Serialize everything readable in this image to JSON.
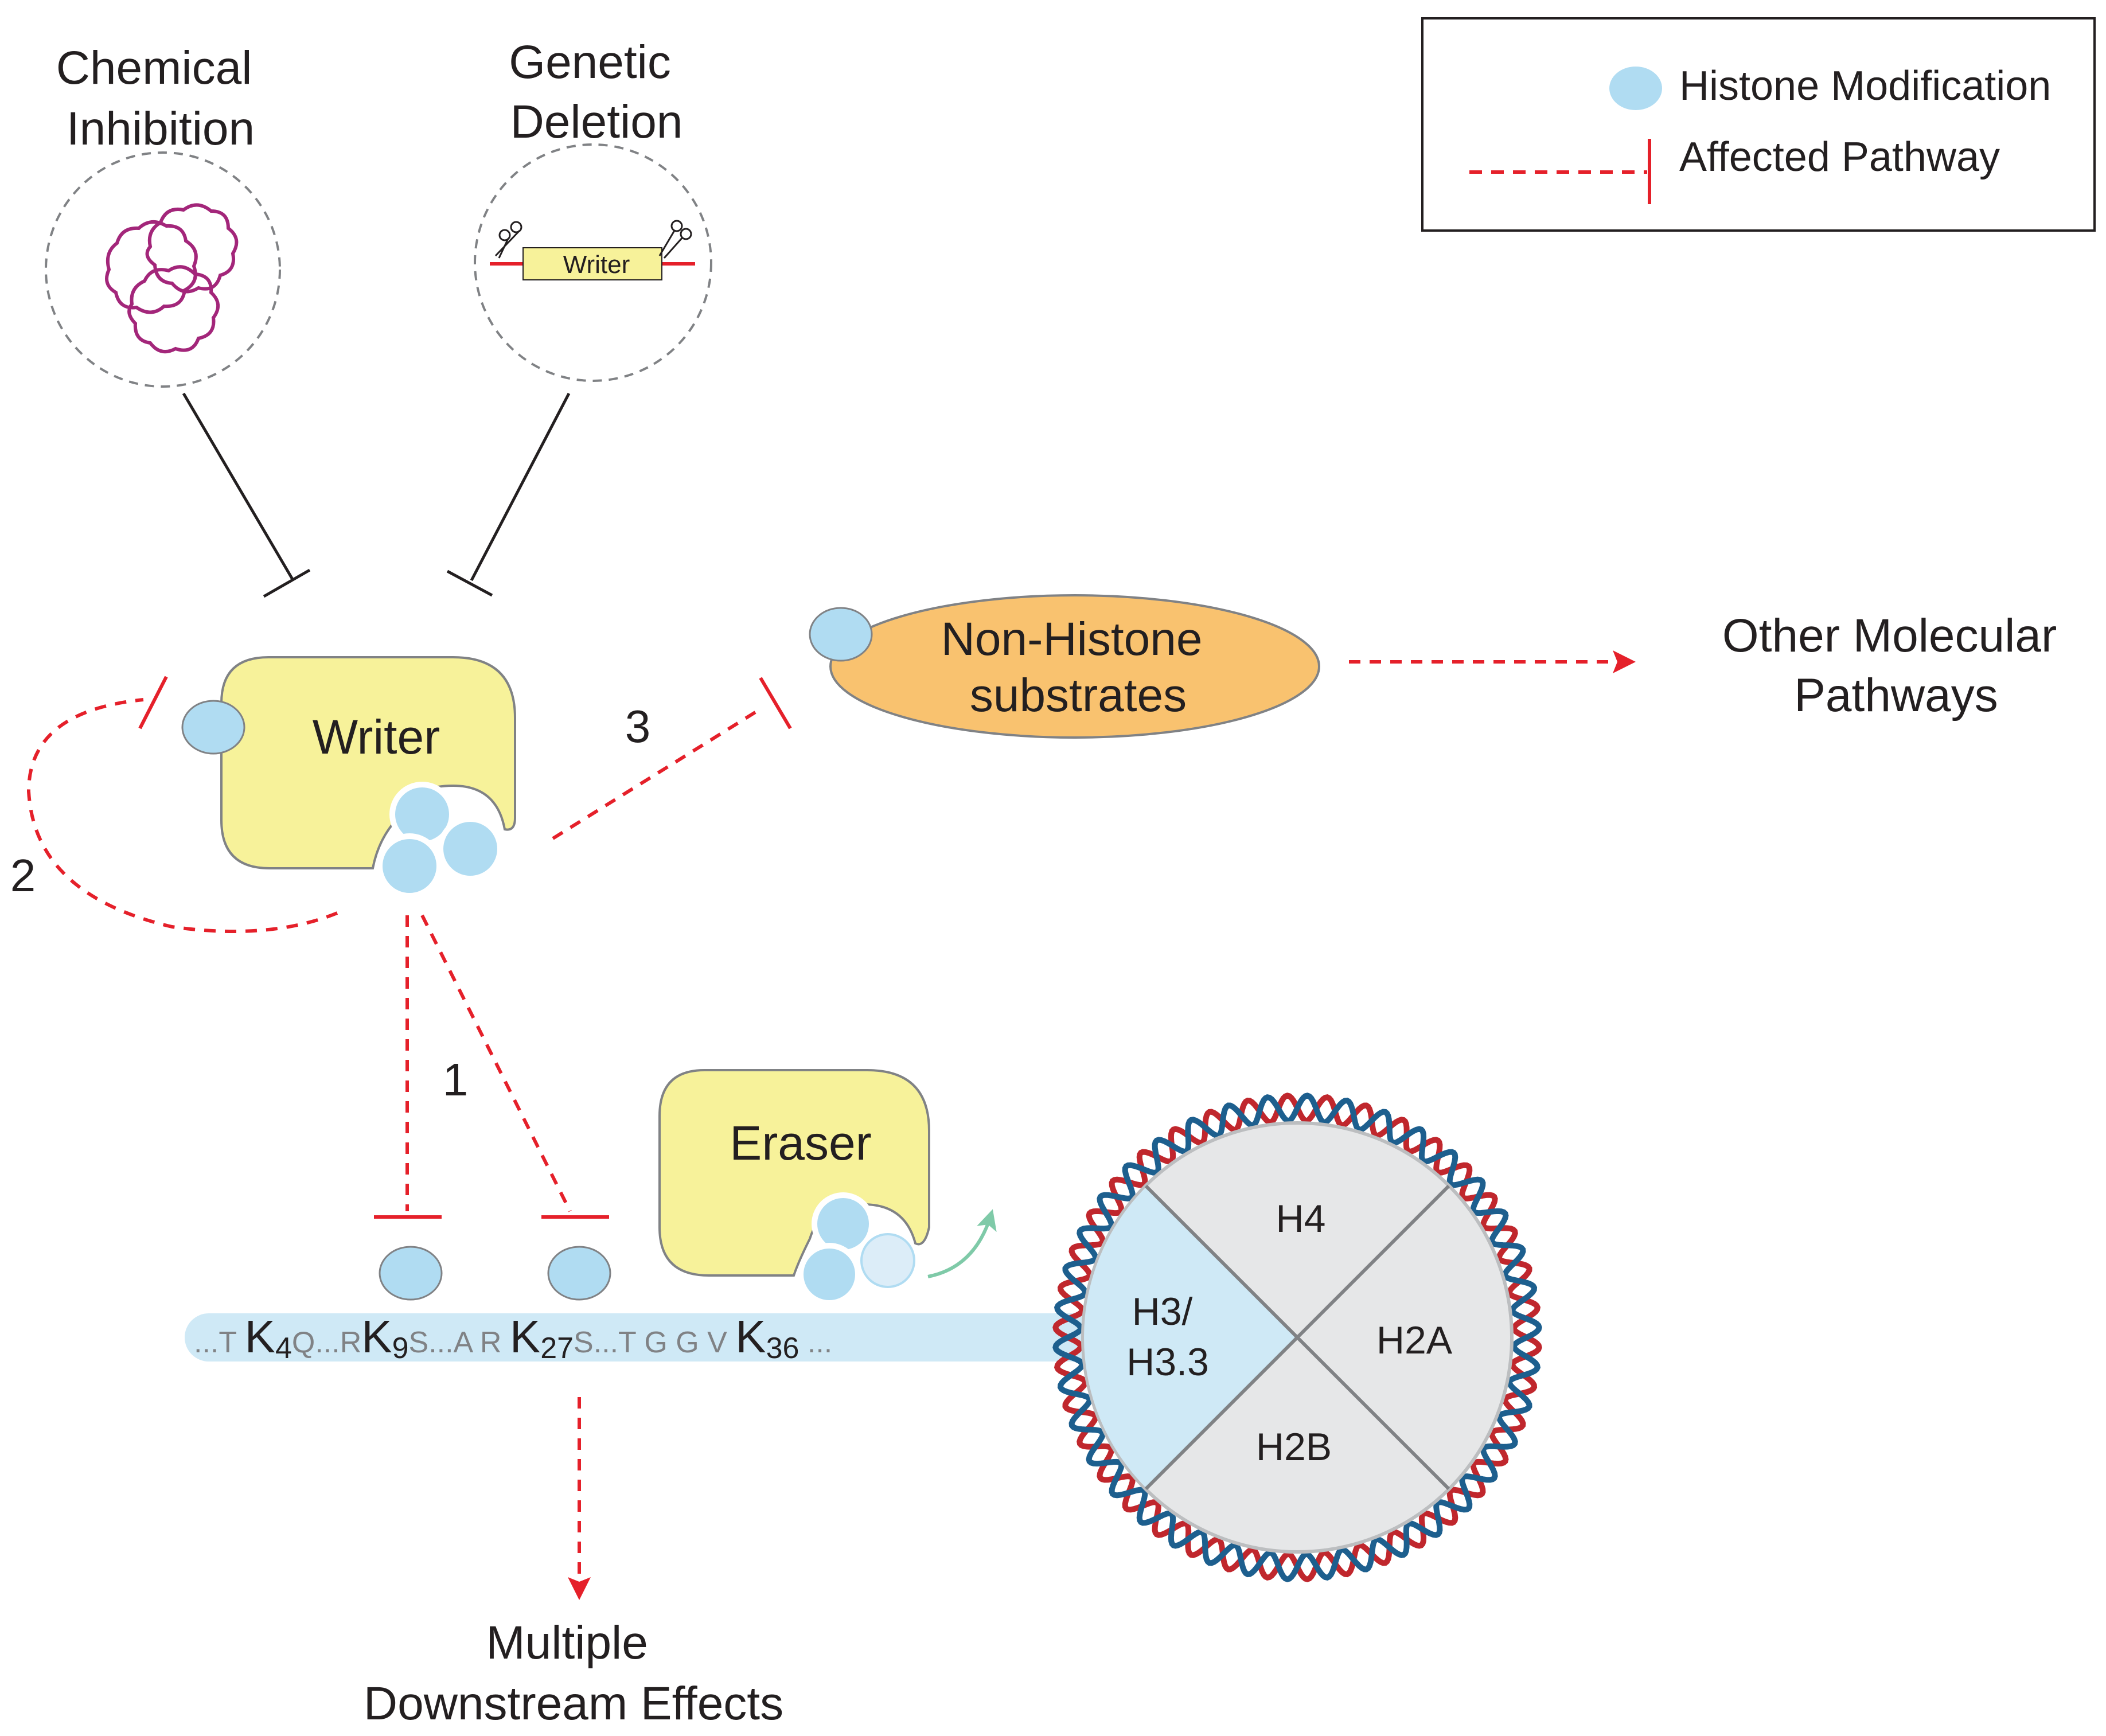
{
  "legend": {
    "modification_label": "Histone Modification",
    "pathway_label": "Affected Pathway"
  },
  "inputs": {
    "chemical_line1": "Chemical",
    "chemical_line2": "Inhibition",
    "genetic_line1": "Genetic",
    "genetic_line2": "Deletion",
    "gene_label": "Writer"
  },
  "writer": {
    "label": "Writer"
  },
  "eraser": {
    "label": "Eraser"
  },
  "non_histone": {
    "line1": "Non-Histone",
    "line2": "substrates"
  },
  "other": {
    "line1": "Other Molecular",
    "line2": "Pathways"
  },
  "downstream": {
    "line1": "Multiple",
    "line2": "Downstream Effects"
  },
  "pathway_numbers": {
    "one": "1",
    "two": "2",
    "three": "3"
  },
  "tail": {
    "seg1": "...T ",
    "k4": "K",
    "k4_sub": "4",
    "seg2": "Q...R",
    "k9": "K",
    "k9_sub": "9",
    "seg3": "S...A  R ",
    "k27": "K",
    "k27_sub": "27",
    "seg4": "S...T  G  G  V ",
    "k36": "K",
    "k36_sub": "36",
    "seg5": " ..."
  },
  "nucleosome": {
    "h3_line1": "H3/",
    "h3_line2": "H3.3",
    "h4": "H4",
    "h2a": "H2A",
    "h2b": "H2B"
  },
  "colors": {
    "modification_blue": "#b0dcf2",
    "writer_yellow": "#f7f29a",
    "nonhistone_orange": "#f9c26f",
    "pathway_red": "#e5202a",
    "dna_red": "#c0272d",
    "dna_blue": "#1d5f8e",
    "core_grey": "#e6e7e8"
  },
  "icons": {
    "inhibitor": "protein-complex-icon",
    "deletion": "scissors-icon",
    "removal": "curved-arrow-icon"
  }
}
